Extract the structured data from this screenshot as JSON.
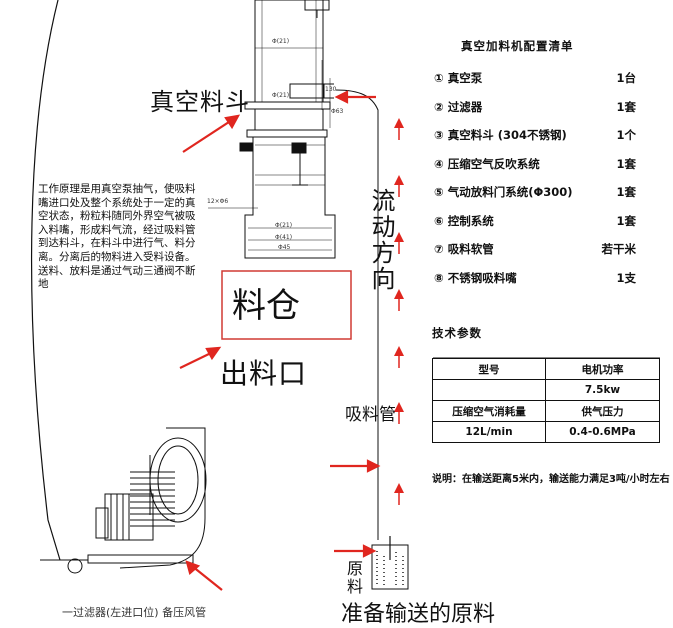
{
  "labels": {
    "hopper": "真空料斗",
    "bin": "料仓",
    "outlet": "出料口",
    "flow_direction": "流动方向",
    "suction_pipe": "吸料管",
    "raw_material": "原料",
    "prepare": "准备输送的原料",
    "bottom_cut": "一过滤器(左进口位)    备压风管"
  },
  "dims": {
    "d1": "Φ(21)",
    "d2": "Φ(21)",
    "d3": "Φ63",
    "d4": "130",
    "d5": "12×Φ6",
    "d6": "Φ(21)",
    "d7": "Φ(41)",
    "d8": "Φ45"
  },
  "explanation": "工作原理是用真空泵抽气，使吸料嘴进口处及整个系统处于一定的真空状态，粉粒料随同外界空气被吸入料嘴，形成料气流，经过吸料管到达料斗，在料斗中进行气、料分离。分离后的物料进入受料设备。送料、放料是通过气动三通阀不断地",
  "config": {
    "title": "真空加料机配置清单",
    "items": [
      {
        "name": "① 真空泵",
        "qty": "1台"
      },
      {
        "name": "② 过滤器",
        "qty": "1套"
      },
      {
        "name": "③ 真空料斗 (304不锈钢)",
        "qty": "1个"
      },
      {
        "name": "④ 压缩空气反吹系统",
        "qty": "1套"
      },
      {
        "name": "⑤ 气动放料门系统(Φ300)",
        "qty": "1套"
      },
      {
        "name": "⑥ 控制系统",
        "qty": "1套"
      },
      {
        "name": "⑦ 吸料软管",
        "qty": "若干米"
      },
      {
        "name": "⑧ 不锈钢吸料嘴",
        "qty": "1支"
      }
    ]
  },
  "tech": {
    "title": "技术参数",
    "rows": [
      [
        "型号",
        "电机功率"
      ],
      [
        "",
        "7.5kw"
      ],
      [
        "压缩空气消耗量",
        "供气压力"
      ],
      [
        "12L/min",
        "0.4-0.6MPa"
      ]
    ],
    "note": "说明：在输送距离5米内，输送能力满足3吨/小时左右"
  },
  "colors": {
    "arrow": "#e0261f",
    "line": "#111111",
    "box": "#d03a33"
  }
}
